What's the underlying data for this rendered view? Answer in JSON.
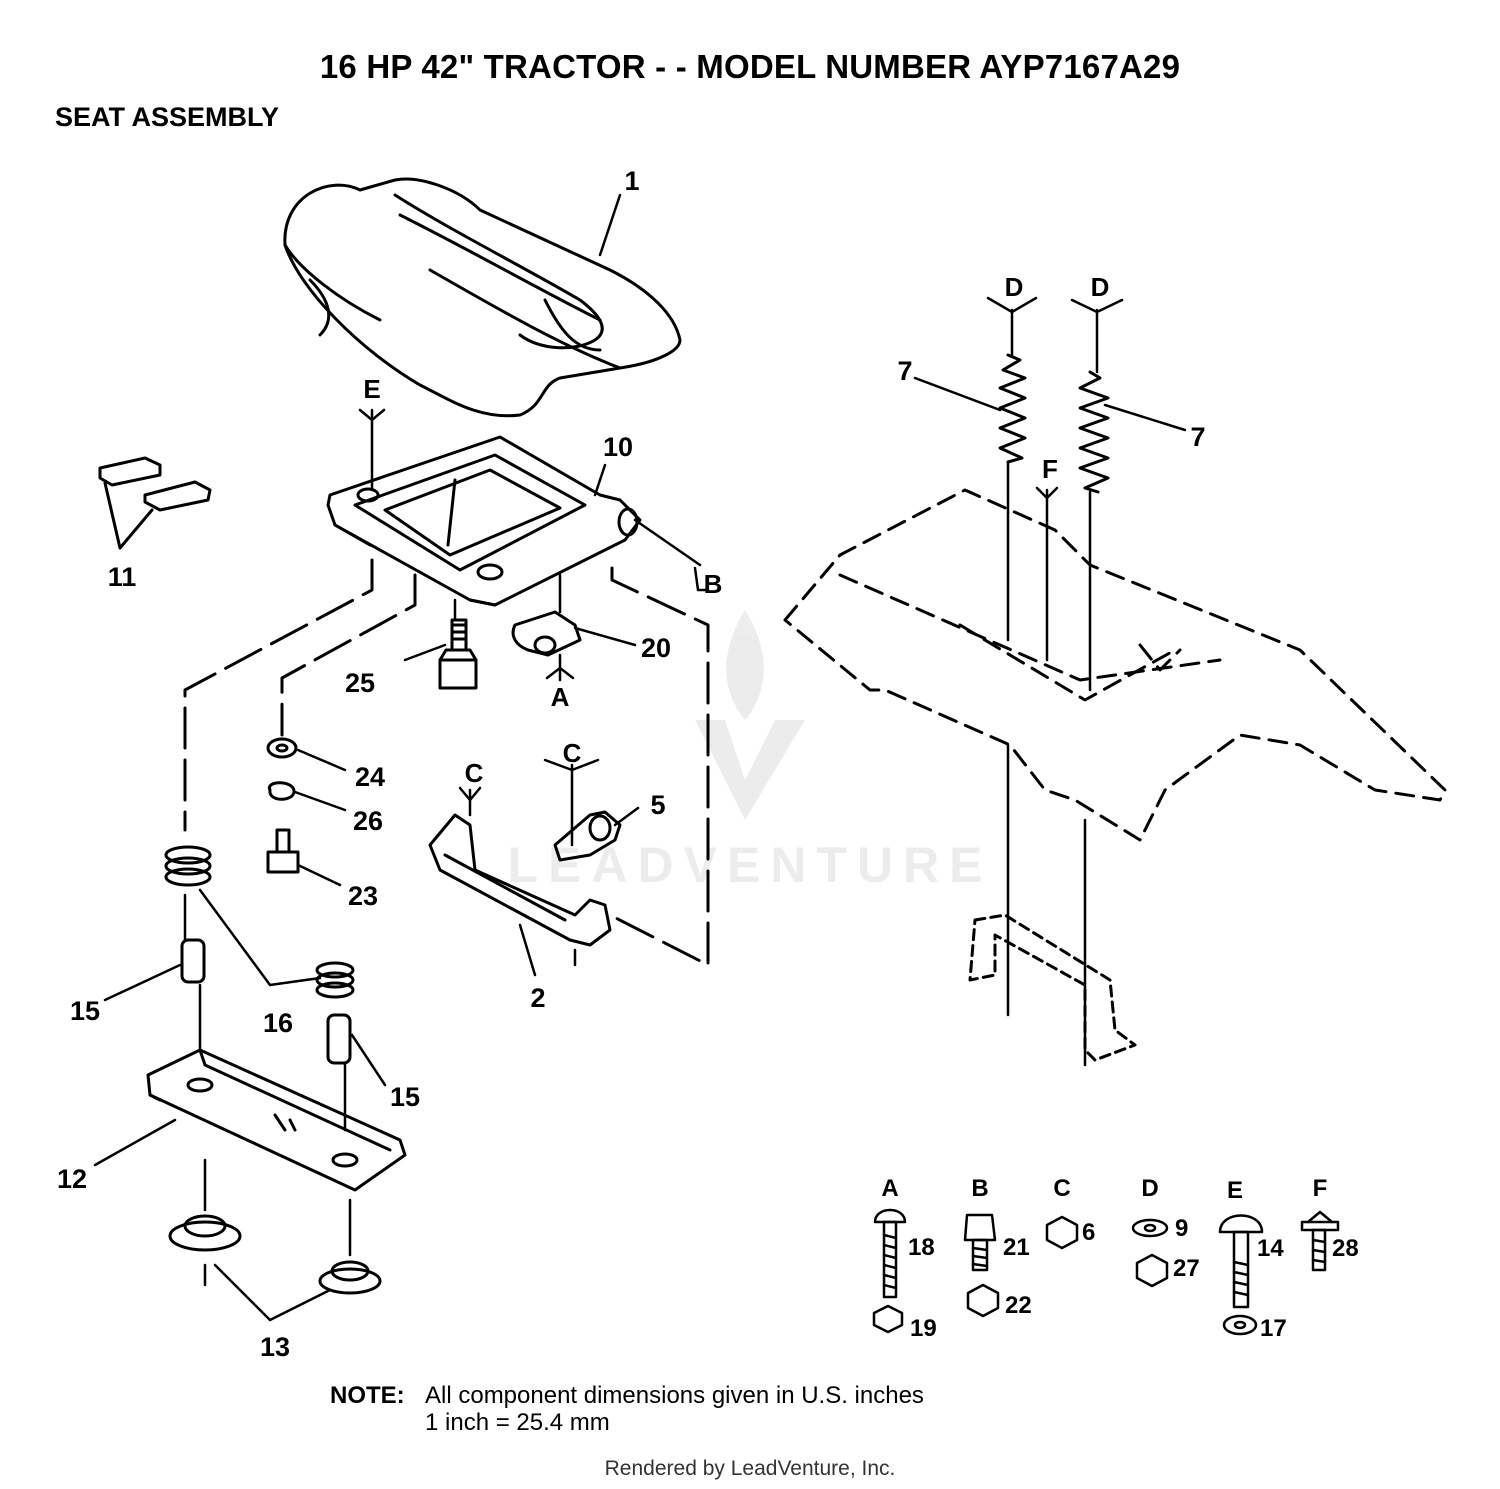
{
  "header": {
    "title": "16 HP 42\" TRACTOR - - MODEL NUMBER AYP7167A29",
    "subtitle": "SEAT ASSEMBLY"
  },
  "callouts": {
    "c1": "1",
    "c2": "2",
    "c5": "5",
    "c7a": "7",
    "c7b": "7",
    "c10": "10",
    "c11": "11",
    "c12": "12",
    "c13": "13",
    "c15a": "15",
    "c15b": "15",
    "c16": "16",
    "c20": "20",
    "c23": "23",
    "c24": "24",
    "c25": "25",
    "c26": "26"
  },
  "connectors": {
    "a": "A",
    "b": "B",
    "c1": "C",
    "c2": "C",
    "d1": "D",
    "d2": "D",
    "e": "E",
    "f": "F"
  },
  "hardware_key": [
    {
      "letter": "A",
      "parts": [
        "18",
        "19"
      ]
    },
    {
      "letter": "B",
      "parts": [
        "21",
        "22"
      ]
    },
    {
      "letter": "C",
      "parts": [
        "6"
      ]
    },
    {
      "letter": "D",
      "parts": [
        "9",
        "27"
      ]
    },
    {
      "letter": "E",
      "parts": [
        "14",
        "17"
      ]
    },
    {
      "letter": "F",
      "parts": [
        "28"
      ]
    }
  ],
  "note": {
    "label": "NOTE:",
    "line1": "All component dimensions given in U.S. inches",
    "line2": "1 inch = 25.4 mm"
  },
  "watermark": "LEADVENTURE",
  "credit": "Rendered by LeadVenture, Inc."
}
